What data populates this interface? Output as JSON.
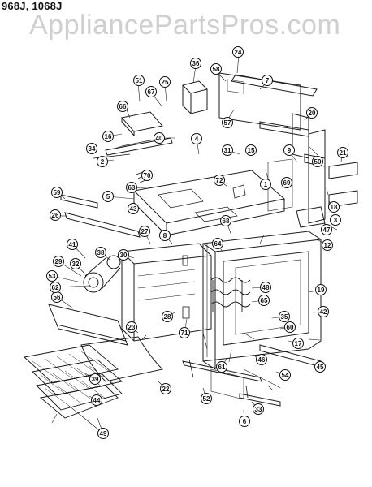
{
  "header": {
    "model_title": "968J, 1068J",
    "watermark": "AppliancePartsPros.com"
  },
  "callouts": [
    "1",
    "2",
    "3",
    "4",
    "5",
    "6",
    "7",
    "8",
    "9",
    "12",
    "15",
    "16",
    "17",
    "18",
    "19",
    "20",
    "21",
    "22",
    "23",
    "24",
    "25",
    "26",
    "27",
    "28",
    "29",
    "30",
    "31",
    "32",
    "33",
    "34",
    "35",
    "36",
    "38",
    "39",
    "40",
    "41",
    "42",
    "43",
    "44",
    "45",
    "46",
    "47",
    "48",
    "49",
    "50",
    "51",
    "52",
    "53",
    "54",
    "56",
    "57",
    "58",
    "59",
    "60",
    "61",
    "62",
    "63",
    "64",
    "65",
    "66",
    "67",
    "68",
    "69",
    "70",
    "71",
    "72"
  ]
}
